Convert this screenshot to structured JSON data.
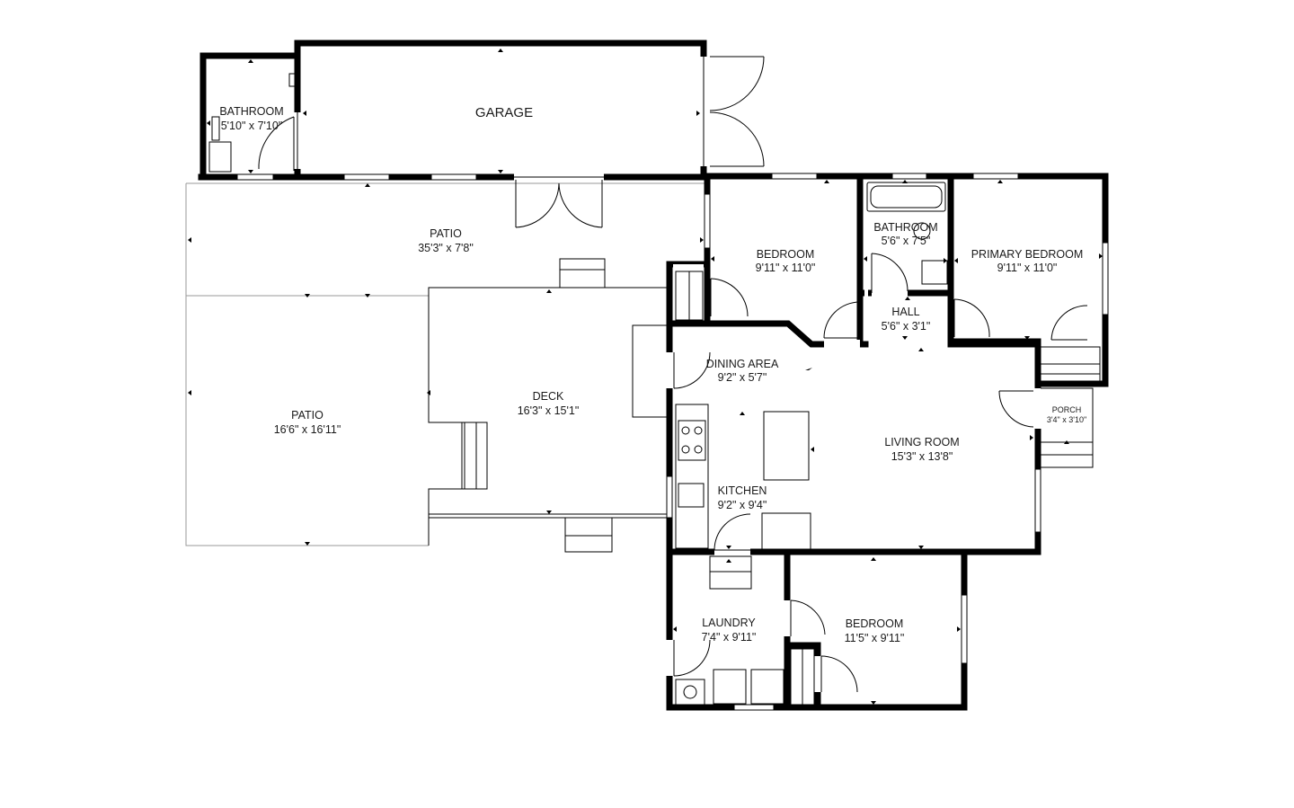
{
  "rooms": {
    "bathroom_1": {
      "name": "BATHROOM",
      "dims": "5'10\" x 7'10\""
    },
    "garage": {
      "name": "GARAGE"
    },
    "patio_top": {
      "name": "PATIO",
      "dims": "35'3\" x 7'8\""
    },
    "patio_left": {
      "name": "PATIO",
      "dims": "16'6\" x 16'11\""
    },
    "deck": {
      "name": "DECK",
      "dims": "16'3\" x 15'1\""
    },
    "bedroom_1": {
      "name": "BEDROOM",
      "dims": "9'11\" x 11'0\""
    },
    "bathroom_2": {
      "name": "BATHROOM",
      "dims": "5'6\" x 7'5\""
    },
    "primary_bedroom": {
      "name": "PRIMARY BEDROOM",
      "dims": "9'11\" x 11'0\""
    },
    "hall": {
      "name": "HALL",
      "dims": "5'6\" x 3'1\""
    },
    "dining_area": {
      "name": "DINING AREA",
      "dims": "9'2\" x 5'7\""
    },
    "living_room": {
      "name": "LIVING ROOM",
      "dims": "15'3\" x 13'8\""
    },
    "porch": {
      "name": "PORCH",
      "dims": "3'4\" x 3'10\""
    },
    "kitchen": {
      "name": "KITCHEN",
      "dims": "9'2\" x 9'4\""
    },
    "laundry": {
      "name": "LAUNDRY",
      "dims": "7'4\" x 9'11\""
    },
    "bedroom_2": {
      "name": "BEDROOM",
      "dims": "11'5\" x 9'11\""
    }
  }
}
